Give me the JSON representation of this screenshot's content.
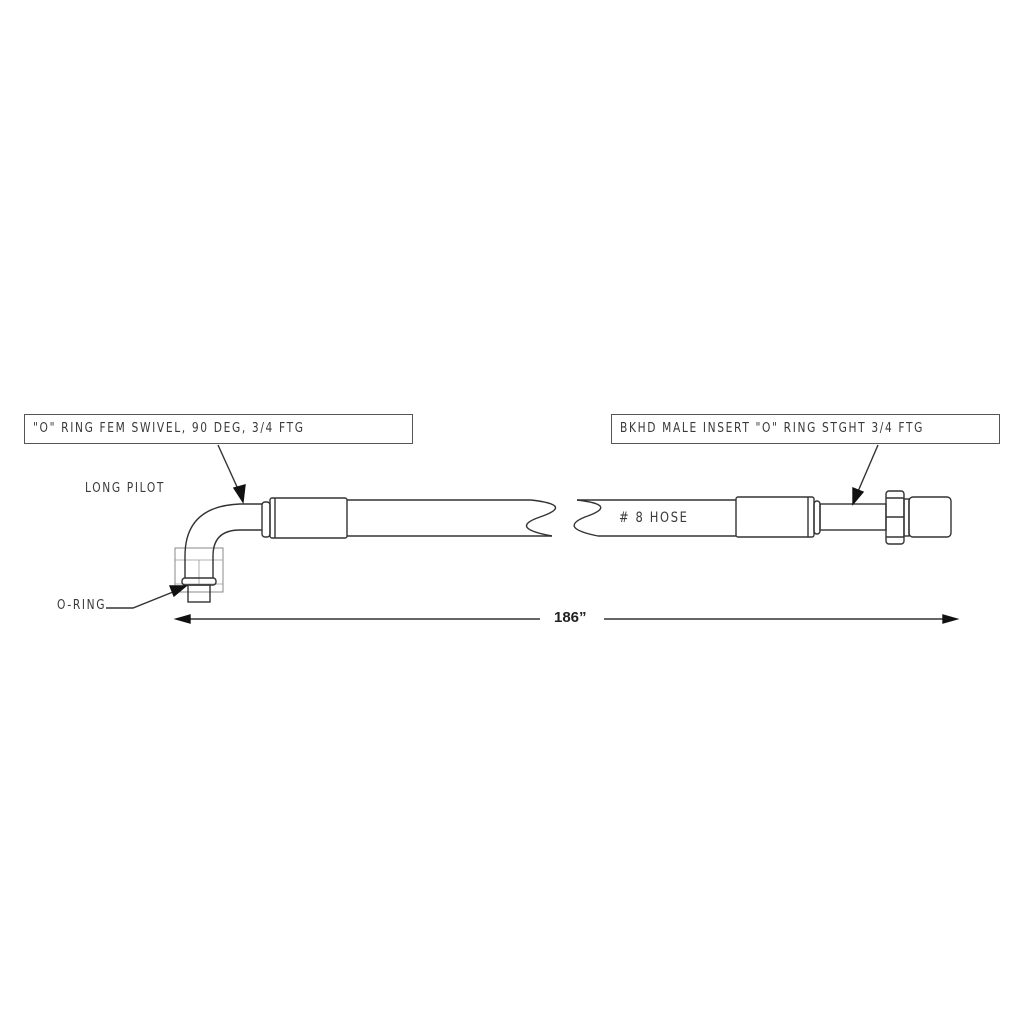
{
  "drawing": {
    "type": "hose assembly technical drawing",
    "callouts": {
      "left_fitting": "\"O\" RING FEM SWIVEL, 90 DEG, 3/4 FTG",
      "right_fitting": "BKHD MALE INSERT \"O\" RING STGHT 3/4 FTG",
      "long_pilot": "LONG PILOT",
      "o_ring": "O-RING",
      "hose": "# 8 HOSE"
    },
    "dimension": {
      "overall_length": "186”"
    },
    "colors": {
      "line": "#333333",
      "text": "#3a3a3a",
      "background": "#ffffff"
    }
  }
}
